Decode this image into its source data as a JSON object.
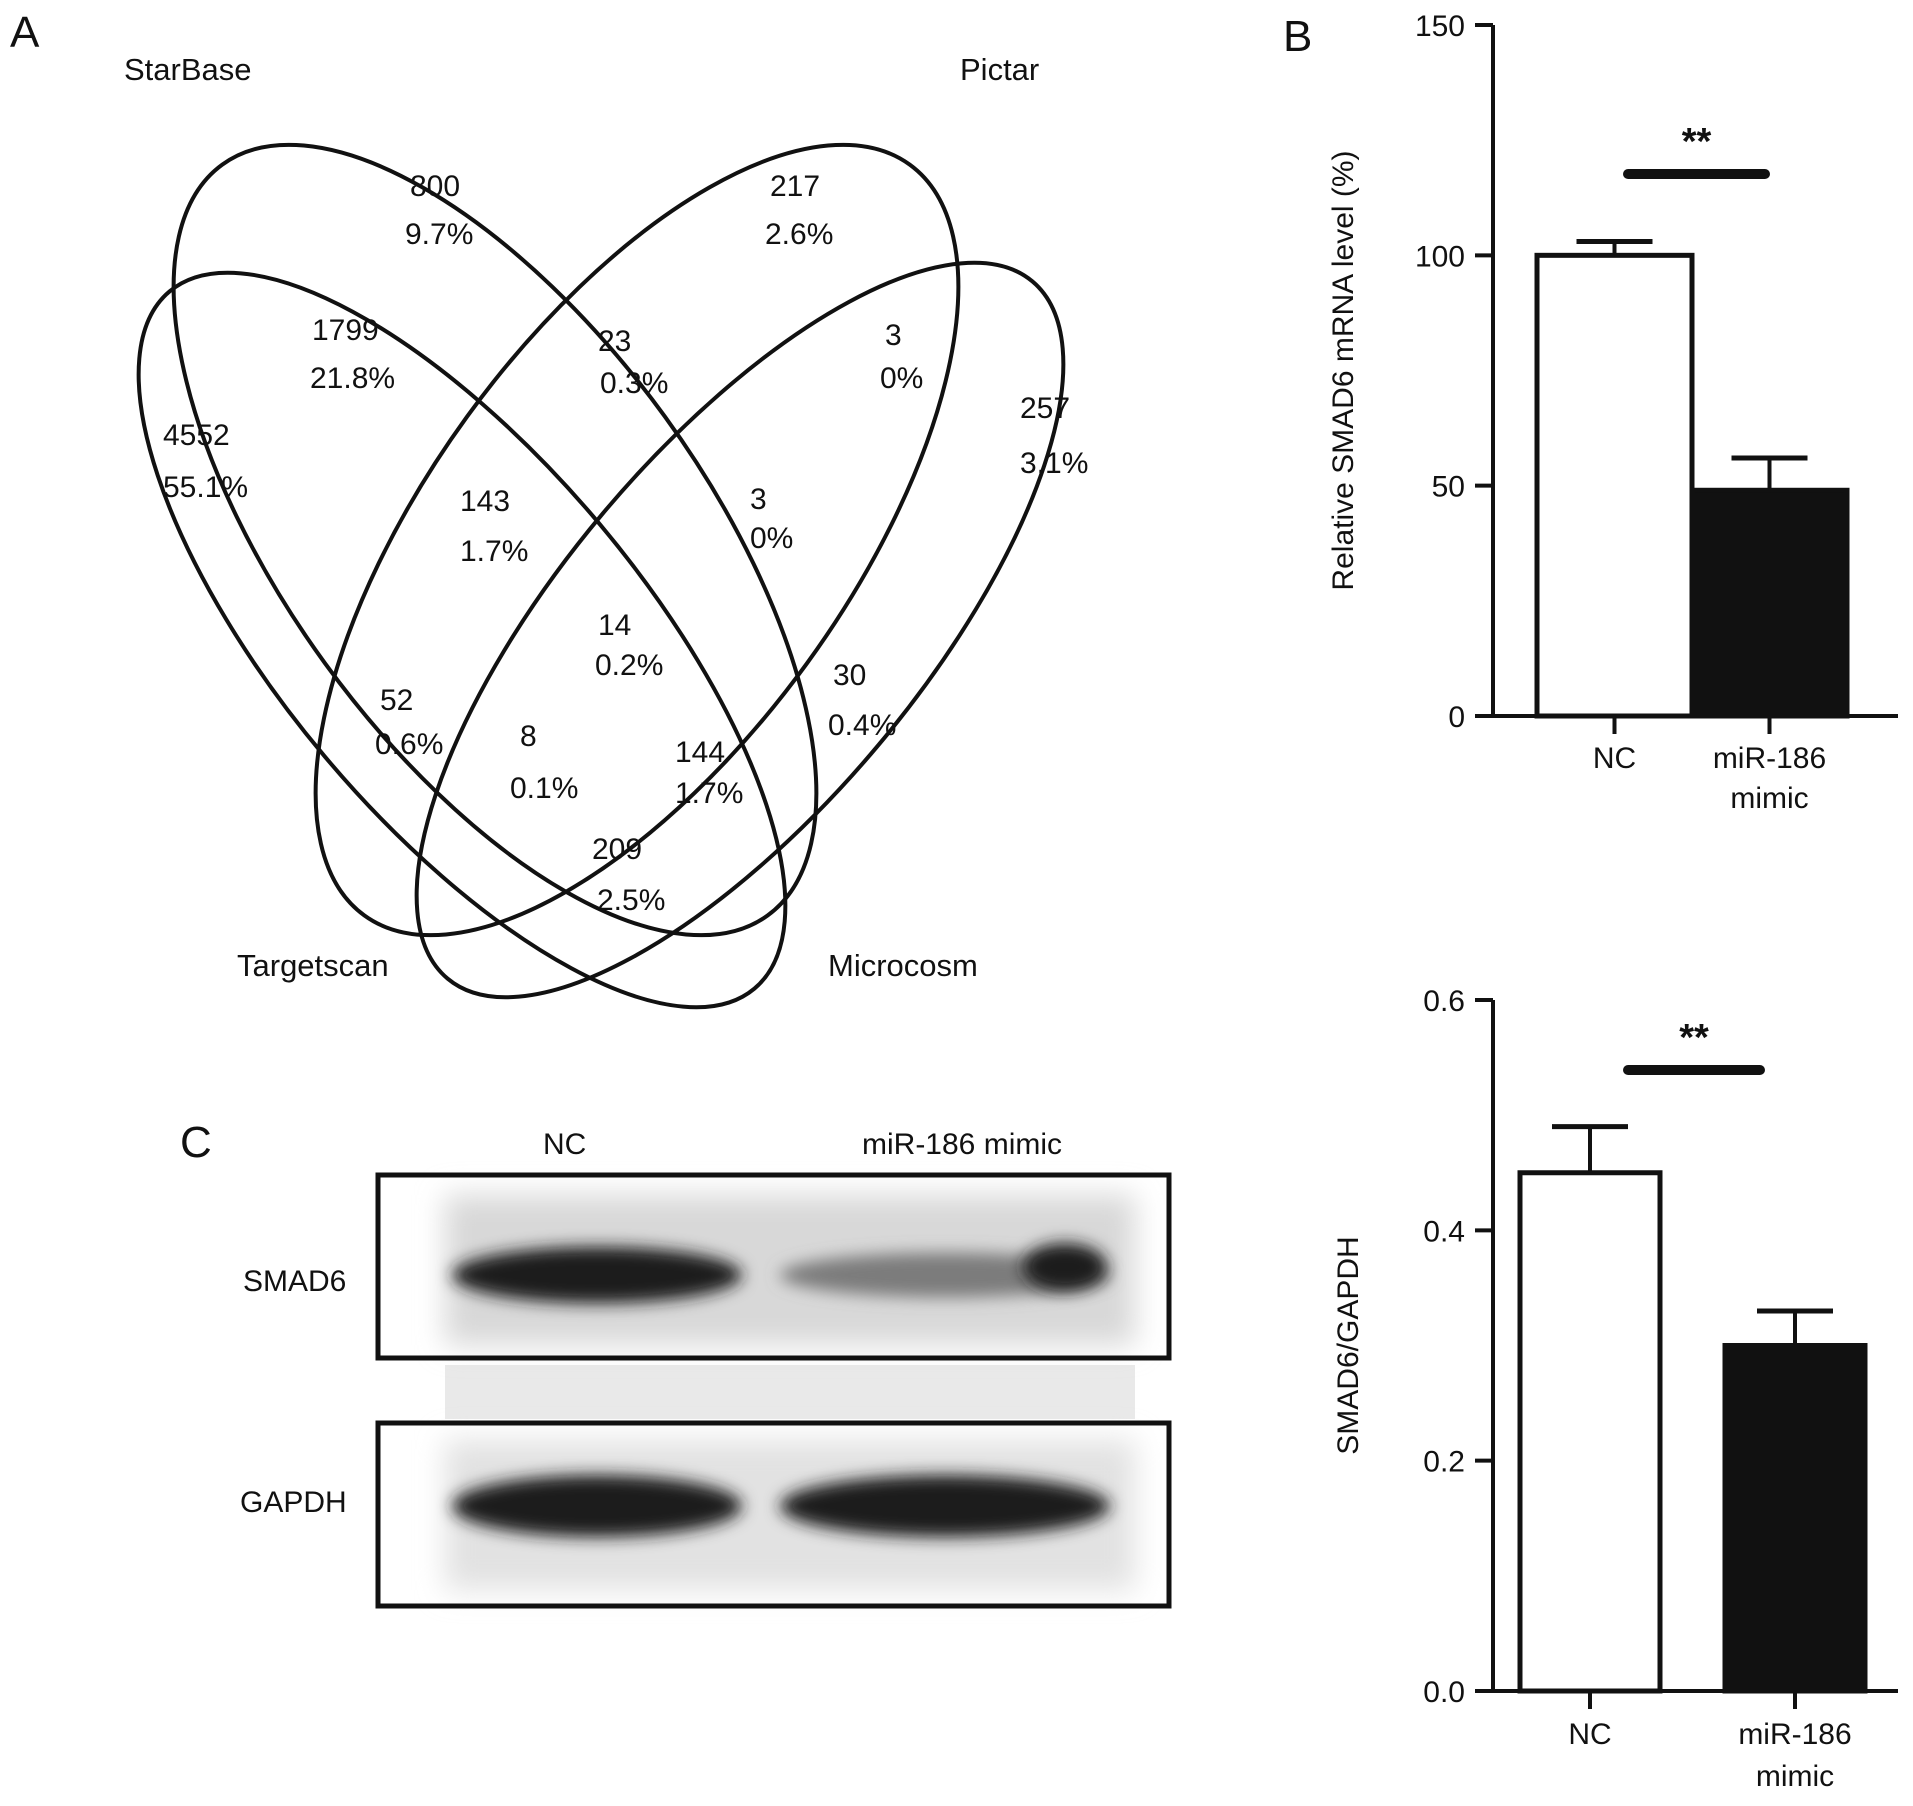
{
  "panels": {
    "a": "A",
    "b": "B",
    "c": "C"
  },
  "venn": {
    "sets": {
      "starbase": "StarBase",
      "pictar": "Pictar",
      "targetscan": "Targetscan",
      "microcosm": "Microcosm"
    },
    "regions": [
      {
        "count": "4552",
        "pct": "55.1%"
      },
      {
        "count": "800",
        "pct": "9.7%"
      },
      {
        "count": "217",
        "pct": "2.6%"
      },
      {
        "count": "257",
        "pct": "3.1%"
      },
      {
        "count": "1799",
        "pct": "21.8%"
      },
      {
        "count": "23",
        "pct": "0.3%"
      },
      {
        "count": "3",
        "pct": "0%"
      },
      {
        "count": "143",
        "pct": "1.7%"
      },
      {
        "count": "3",
        "pct": "0%"
      },
      {
        "count": "14",
        "pct": "0.2%"
      },
      {
        "count": "52",
        "pct": "0.6%"
      },
      {
        "count": "30",
        "pct": "0.4%"
      },
      {
        "count": "8",
        "pct": "0.1%"
      },
      {
        "count": "144",
        "pct": "1.7%"
      },
      {
        "count": "209",
        "pct": "2.5%"
      }
    ]
  },
  "blot": {
    "lanes": [
      "NC",
      "miR-186 mimic"
    ],
    "rows": [
      "SMAD6",
      "GAPDH"
    ],
    "band_intensity": {
      "SMAD6": [
        0.95,
        0.55
      ],
      "GAPDH": [
        0.95,
        0.95
      ]
    }
  },
  "chart_data": [
    {
      "type": "bar",
      "title": "",
      "categories": [
        "NC",
        "miR-186\nmimic"
      ],
      "values": [
        100,
        49
      ],
      "errors": [
        3,
        7
      ],
      "bar_colors": [
        "#ffffff",
        "#111111"
      ],
      "ylabel": "Relative SMAD6 mRNA level (%)",
      "ylim": [
        0,
        150
      ],
      "yticks": [
        "0",
        "50",
        "100",
        "150"
      ],
      "significance": "**"
    },
    {
      "type": "bar",
      "title": "",
      "categories": [
        "NC",
        "miR-186\nmimic"
      ],
      "values": [
        0.45,
        0.3
      ],
      "errors": [
        0.04,
        0.03
      ],
      "bar_colors": [
        "#ffffff",
        "#111111"
      ],
      "ylabel": "SMAD6/GAPDH",
      "ylim": [
        0,
        0.6
      ],
      "yticks": [
        "0.0",
        "0.2",
        "0.4",
        "0.6"
      ],
      "significance": "**"
    }
  ]
}
